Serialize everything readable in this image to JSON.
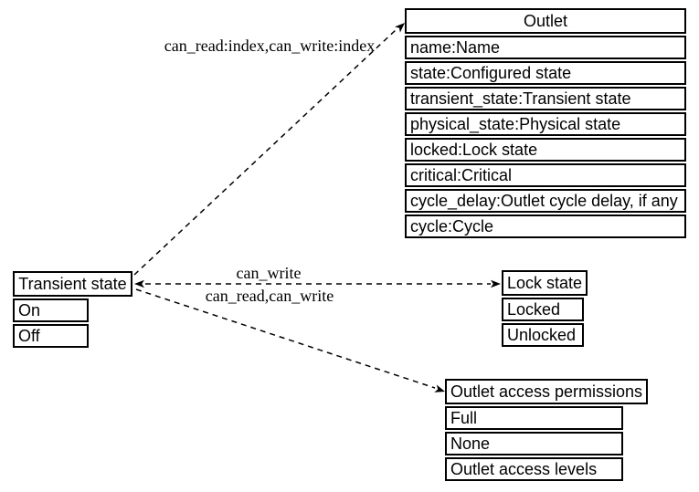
{
  "diagram": {
    "colors": {
      "background": "#ffffff",
      "line": "#000000",
      "text": "#000000"
    },
    "nodes": {
      "outlet": {
        "title": "Outlet",
        "rows": [
          "name:Name",
          "state:Configured state",
          "transient_state:Transient state",
          "physical_state:Physical state",
          "locked:Lock state",
          "critical:Critical",
          "cycle_delay:Outlet cycle delay, if any",
          "cycle:Cycle"
        ]
      },
      "transient_state": {
        "title": "Transient state",
        "rows": [
          "On",
          "Off"
        ]
      },
      "lock_state": {
        "title": "Lock state",
        "rows": [
          "Locked",
          "Unlocked"
        ]
      },
      "outlet_access_permissions": {
        "title": "Outlet access permissions",
        "rows": [
          "Full",
          "None",
          "Outlet access levels"
        ]
      }
    },
    "edges": {
      "transient_to_outlet": {
        "label": "can_read:index,can_write:index"
      },
      "transient_to_lock_state": {
        "label": "can_write"
      },
      "transient_to_outlet_access": {
        "label": "can_read,can_write"
      }
    }
  }
}
